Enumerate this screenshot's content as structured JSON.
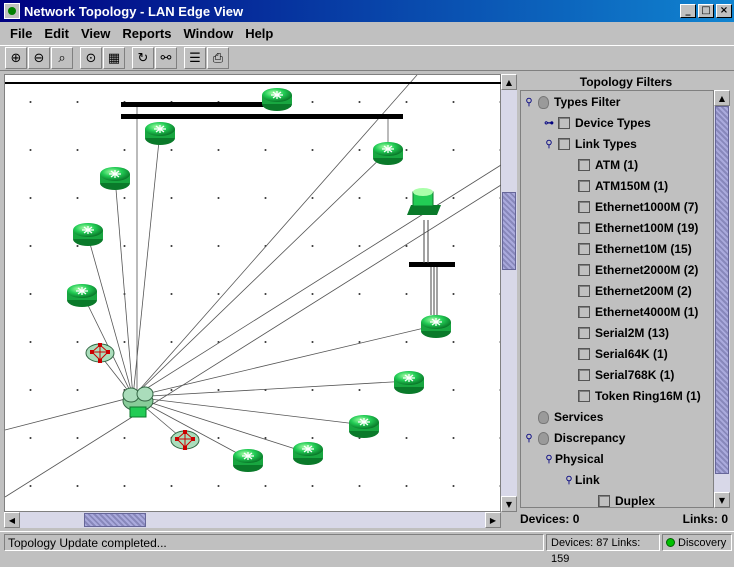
{
  "window": {
    "title": "Network Topology - LAN Edge View",
    "min": "_",
    "max": "□",
    "close": "×"
  },
  "menu": [
    "File",
    "Edit",
    "View",
    "Reports",
    "Window",
    "Help"
  ],
  "toolbar_icons": [
    "zoom-in-icon",
    "zoom-out-icon",
    "zoom-region-icon",
    "zoom-fit-icon",
    "fit-page-icon",
    "refresh-icon",
    "find-icon",
    "properties-icon",
    "print-icon"
  ],
  "filters": {
    "header": "Topology Filters",
    "tree": [
      {
        "label": "Types Filter",
        "indent": 0,
        "handle": "⚲",
        "marker": "bulb"
      },
      {
        "label": "Device Types",
        "indent": 1,
        "handle": "⊶",
        "marker": "check"
      },
      {
        "label": "Link Types",
        "indent": 1,
        "handle": "⚲",
        "marker": "check"
      },
      {
        "label": "ATM (1)",
        "indent": 2,
        "marker": "check"
      },
      {
        "label": "ATM150M (1)",
        "indent": 2,
        "marker": "check"
      },
      {
        "label": "Ethernet1000M (7)",
        "indent": 2,
        "marker": "check"
      },
      {
        "label": "Ethernet100M (19)",
        "indent": 2,
        "marker": "check"
      },
      {
        "label": "Ethernet10M (15)",
        "indent": 2,
        "marker": "check"
      },
      {
        "label": "Ethernet2000M (2)",
        "indent": 2,
        "marker": "check"
      },
      {
        "label": "Ethernet200M (2)",
        "indent": 2,
        "marker": "check"
      },
      {
        "label": "Ethernet4000M (1)",
        "indent": 2,
        "marker": "check"
      },
      {
        "label": "Serial2M (13)",
        "indent": 2,
        "marker": "check"
      },
      {
        "label": "Serial64K (1)",
        "indent": 2,
        "marker": "check"
      },
      {
        "label": "Serial768K (1)",
        "indent": 2,
        "marker": "check"
      },
      {
        "label": "Token Ring16M (1)",
        "indent": 2,
        "marker": "check"
      },
      {
        "label": "Services",
        "indent": 0,
        "marker": "bulb"
      },
      {
        "label": "Discrepancy",
        "indent": 0,
        "handle": "⚲",
        "marker": "bulb"
      },
      {
        "label": "Physical",
        "indent": 1,
        "handle": "⚲",
        "marker": "none"
      },
      {
        "label": "Link",
        "indent": 2,
        "handle": "⚲",
        "marker": "none"
      },
      {
        "label": "Duplex",
        "indent": 3,
        "marker": "check"
      }
    ],
    "devices_label": "Devices: 0",
    "links_label": "Links: 0"
  },
  "status": {
    "message": "Topology Update completed...",
    "counts": "Devices: 87 Links: 159",
    "discovery": "Discovery"
  },
  "colors": {
    "title_bar": "#000080",
    "router": "#22cc55",
    "discovery_ok": "#00c000"
  }
}
